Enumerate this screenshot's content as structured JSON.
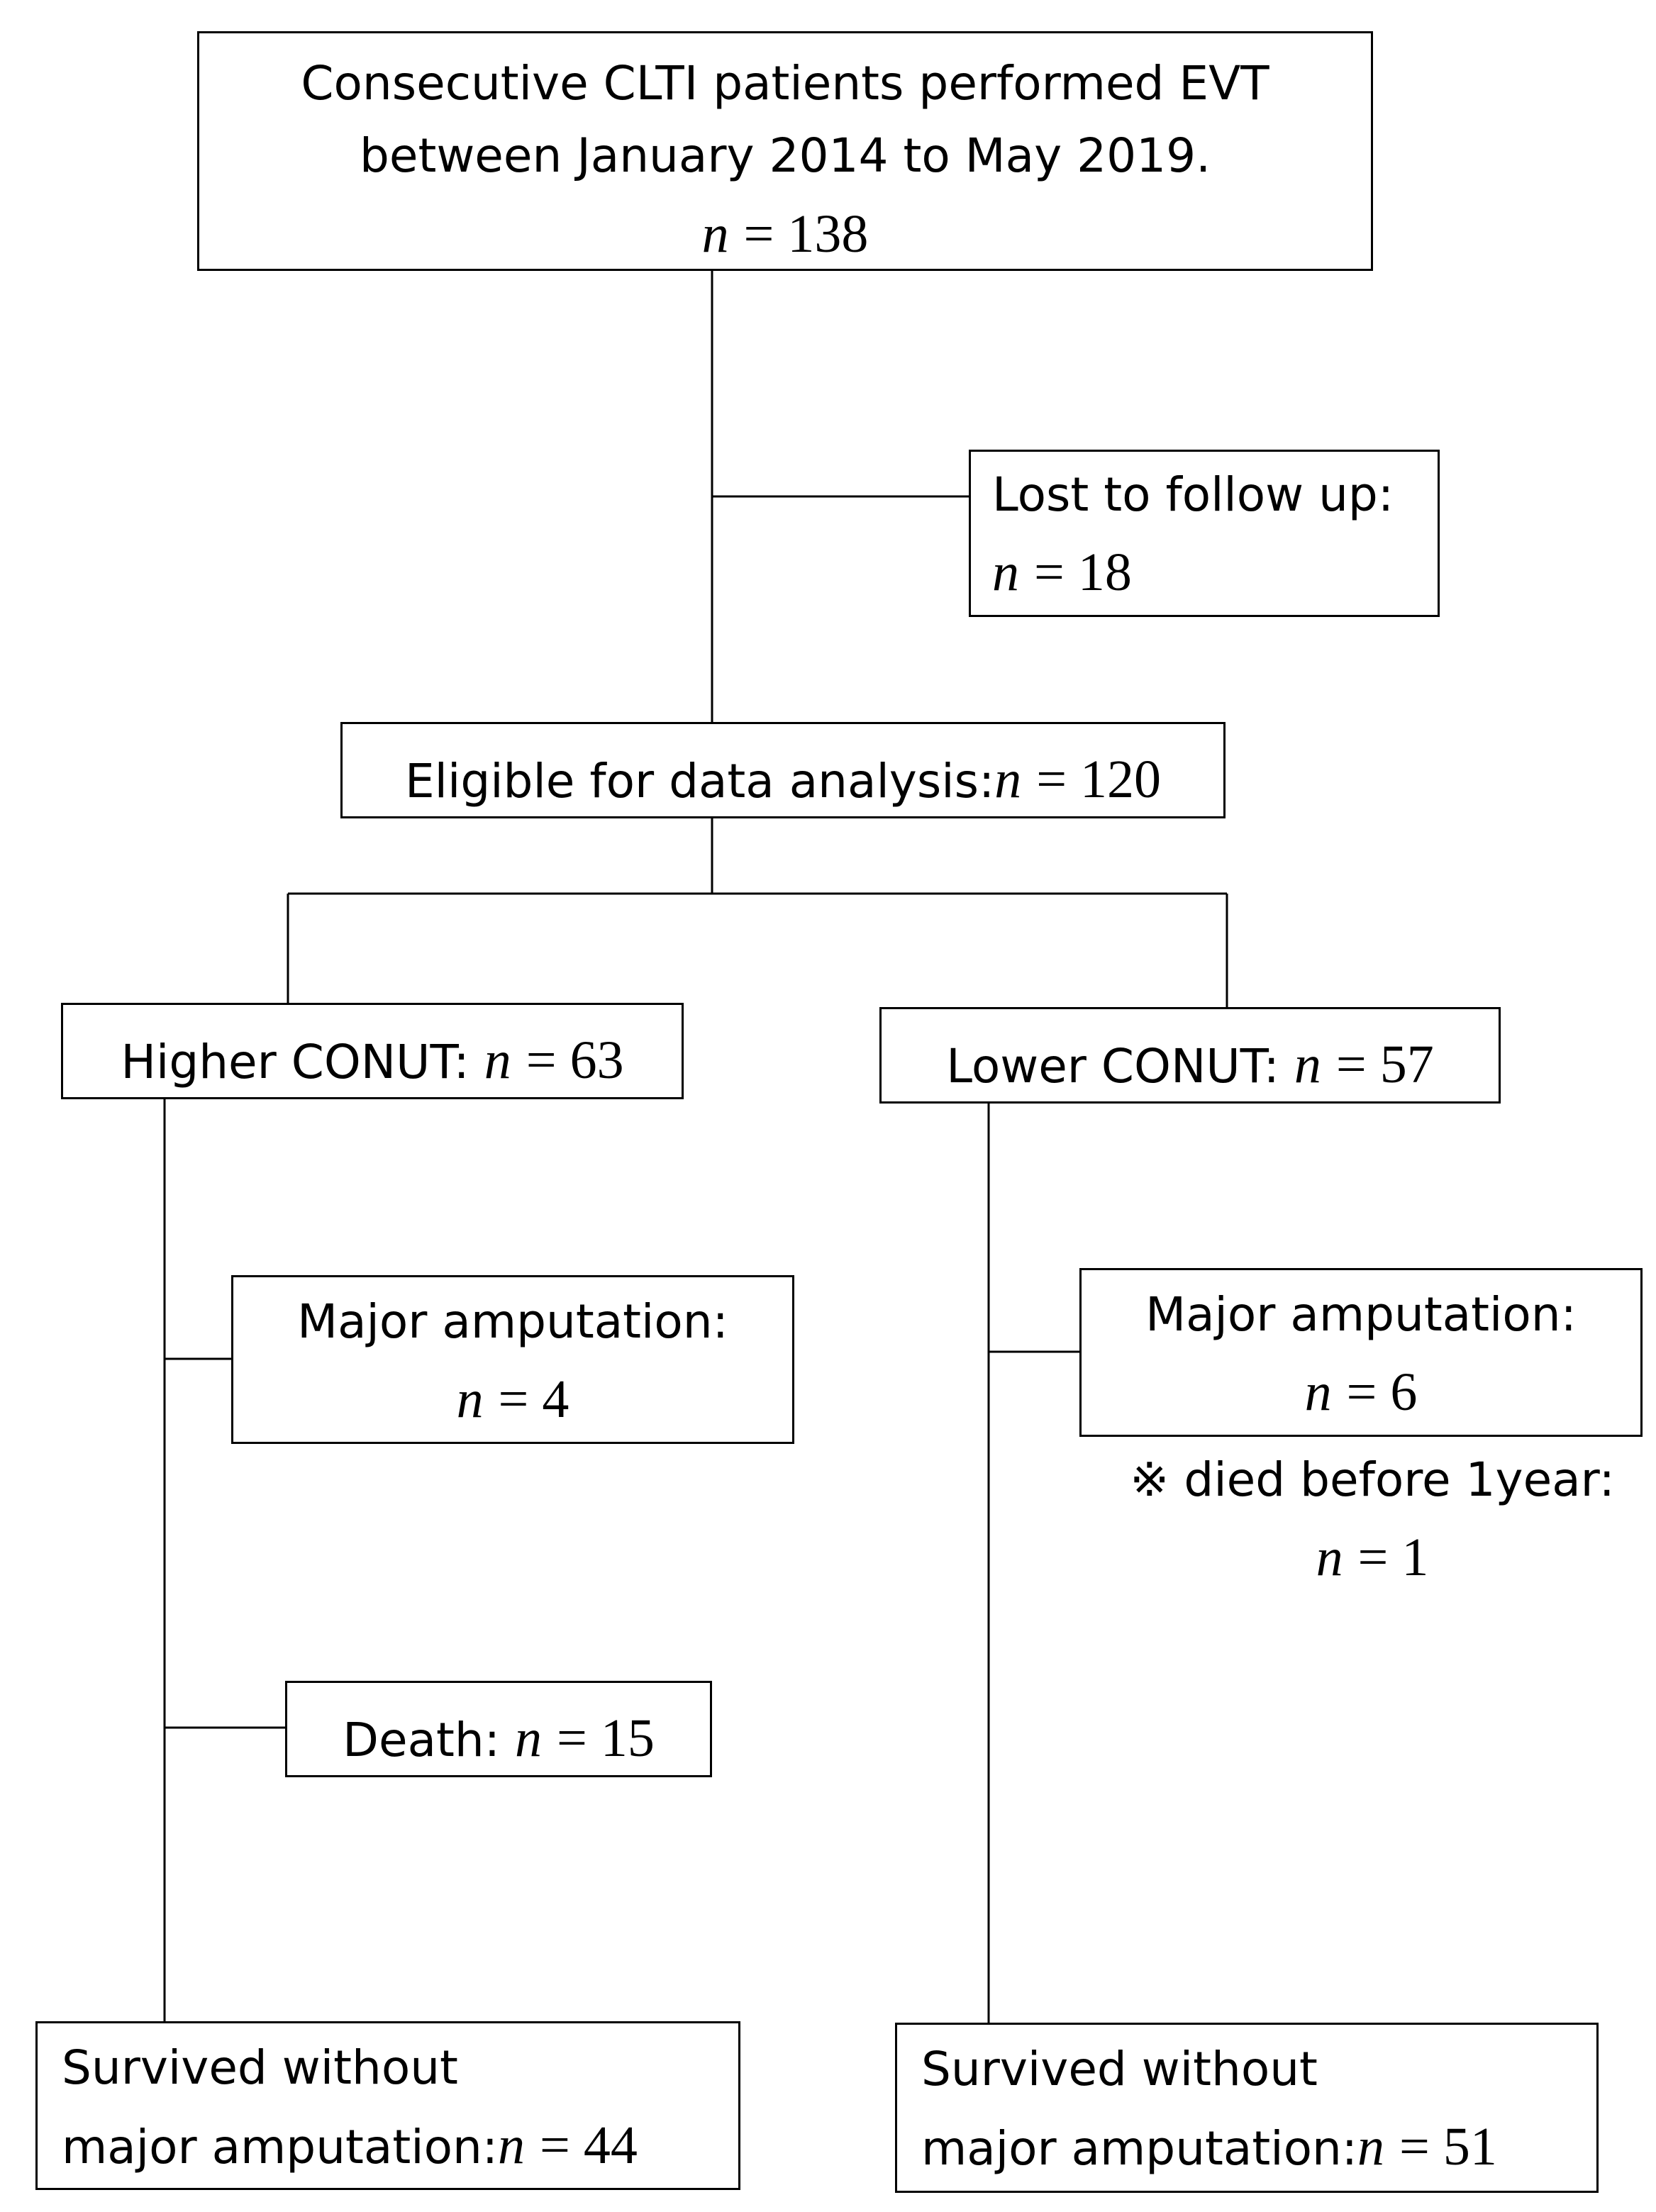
{
  "start": {
    "line1": "Consecutive CLTI patients performed EVT",
    "line2": "between January 2014 to May 2019.",
    "n": "n",
    "eq": "= 138"
  },
  "lost": {
    "label": "Lost to follow up:",
    "n": "n",
    "eq": "= 18"
  },
  "eligible": {
    "label": "Eligible for data analysis:",
    "n": "n",
    "eq": "= 120"
  },
  "higher": {
    "label": "Higher CONUT:",
    "n": "n",
    "eq": "= 63",
    "amputation_label": "Major amputation:",
    "amputation_n": "n",
    "amputation_eq": "= 4",
    "death_label": "Death:",
    "death_n": "n",
    "death_eq": "= 15",
    "survived_line1": "Survived without",
    "survived_line2": "major amputation:",
    "survived_n": "n",
    "survived_eq": "= 44"
  },
  "lower": {
    "label": "Lower CONUT:",
    "n": "n",
    "eq": "= 57",
    "amputation_label": "Major amputation:",
    "amputation_n": "n",
    "amputation_eq": "= 6",
    "note_line1": "※ died before 1year:",
    "note_n": "n",
    "note_eq": "= 1",
    "survived_line1": "Survived without",
    "survived_line2": "major amputation:",
    "survived_n": "n",
    "survived_eq": "= 51"
  }
}
